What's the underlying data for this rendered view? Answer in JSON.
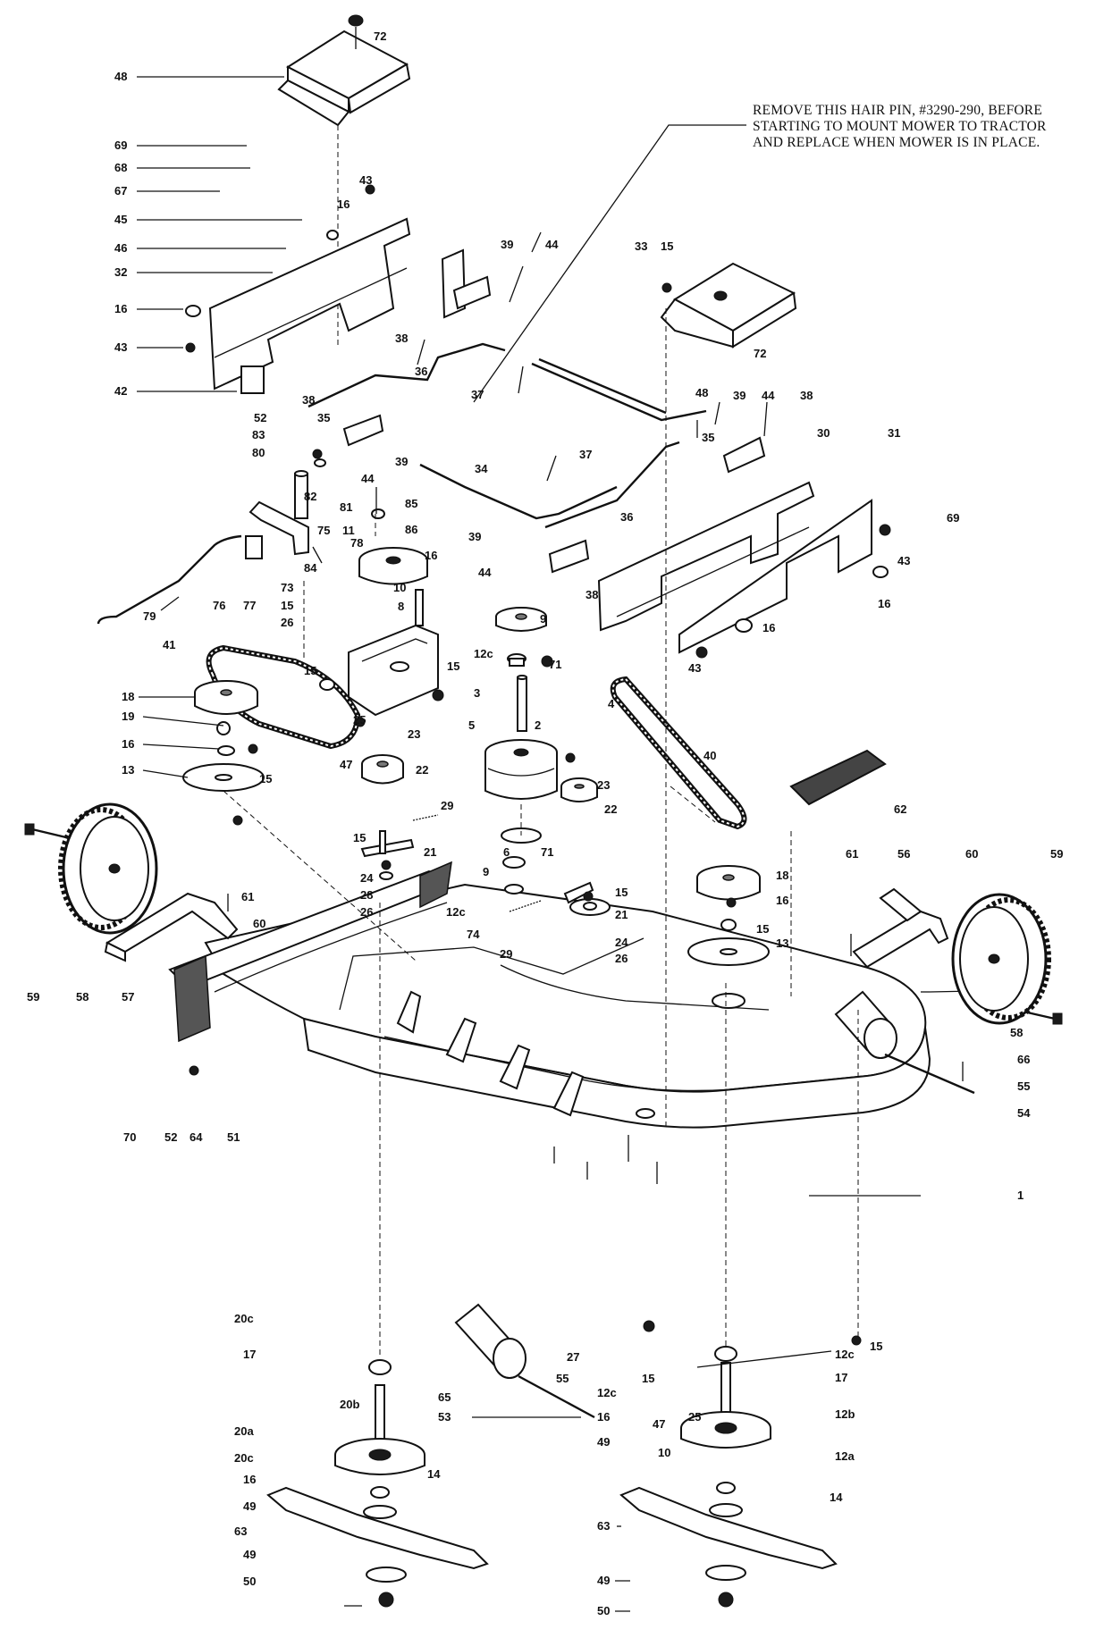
{
  "note": {
    "lines": [
      "REMOVE THIS HAIR PIN, #3290-290, BEFORE",
      "STARTING TO MOUNT MOWER TO TRACTOR",
      "AND REPLACE WHEN MOWER IS IN PLACE."
    ]
  },
  "callouts": {
    "c72a": "72",
    "c48a": "48",
    "c69a": "69",
    "c68": "68",
    "c67": "67",
    "c45": "45",
    "c16a": "16",
    "c43a": "43",
    "c46": "46",
    "c32": "32",
    "c39a": "39",
    "c44a": "44",
    "c33": "33",
    "c15a": "15",
    "c16b": "16",
    "c43b": "43",
    "c38a": "38",
    "c36a": "36",
    "c42": "42",
    "c37a": "37",
    "c38b": "38",
    "c35a": "35",
    "c52a": "52",
    "c83": "83",
    "c80": "80",
    "c39b": "39",
    "c44b": "44",
    "c34": "34",
    "c82": "82",
    "c85": "85",
    "c81": "81",
    "c86": "86",
    "c75": "75",
    "c11": "11",
    "c16c": "16",
    "c78": "78",
    "c39c": "39",
    "c44c": "44",
    "c84": "84",
    "c73": "73",
    "c10a": "10",
    "c8": "8",
    "c15b": "15",
    "c26a": "26",
    "c76": "76",
    "c77": "77",
    "c79": "79",
    "c72b": "72",
    "c48b": "48",
    "c39d": "39",
    "c44d": "44",
    "c38c": "38",
    "c35b": "35",
    "c30": "30",
    "c31": "31",
    "c37b": "37",
    "c36b": "36",
    "c69b": "69",
    "c43c": "43",
    "c16d": "16",
    "c16e": "16",
    "c43d": "43",
    "c38d": "38",
    "c9a": "9",
    "c12ca": "12c",
    "c71a": "71",
    "c41": "41",
    "c15c": "15",
    "c15d": "15",
    "c25a": "25",
    "c18a": "18",
    "c19": "19",
    "c16f": "16",
    "c13a": "13",
    "c15e": "15",
    "c3": "3",
    "c2": "2",
    "c4": "4",
    "c5": "5",
    "c23a": "23",
    "c47a": "47",
    "c22a": "22",
    "c29a": "29",
    "c15f": "15",
    "c21a": "21",
    "c6": "6",
    "c71b": "71",
    "c9b": "9",
    "c24a": "24",
    "c28": "28",
    "c26b": "26",
    "c12cb": "12c",
    "c74": "74",
    "c23b": "23",
    "c22b": "22",
    "c15g": "15",
    "c21b": "21",
    "c29b": "29",
    "c24b": "24",
    "c26c": "26",
    "c40": "40",
    "c62": "62",
    "c59a": "59",
    "c58a": "58",
    "c57": "57",
    "c61a": "61",
    "c60a": "60",
    "c18b": "18",
    "c16g": "16",
    "c15h": "15",
    "c13b": "13",
    "c61b": "61",
    "c56": "56",
    "c60b": "60",
    "c59b": "59",
    "c58b": "58",
    "c66": "66",
    "c55a": "55",
    "c54": "54",
    "c70": "70",
    "c52b": "52",
    "c64": "64",
    "c51": "51",
    "c1": "1",
    "c20ca": "20c",
    "c17a": "17",
    "c20b": "20b",
    "c20a": "20a",
    "c20cb": "20c",
    "c16h": "16",
    "c49a": "49",
    "c14a": "14",
    "c63a": "63",
    "c49b": "49",
    "c50a": "50",
    "c27": "27",
    "c65": "65",
    "c55b": "55",
    "c53": "53",
    "c15i": "15",
    "c47b": "47",
    "c25b": "25",
    "c10b": "10",
    "c15j": "15",
    "c12cc": "12c",
    "c17b": "17",
    "c12b": "12b",
    "c12a": "12a",
    "c12cd": "12c",
    "c16i": "16",
    "c49c": "49",
    "c14b": "14",
    "c63b": "63",
    "c49d": "49",
    "c50b": "50"
  }
}
